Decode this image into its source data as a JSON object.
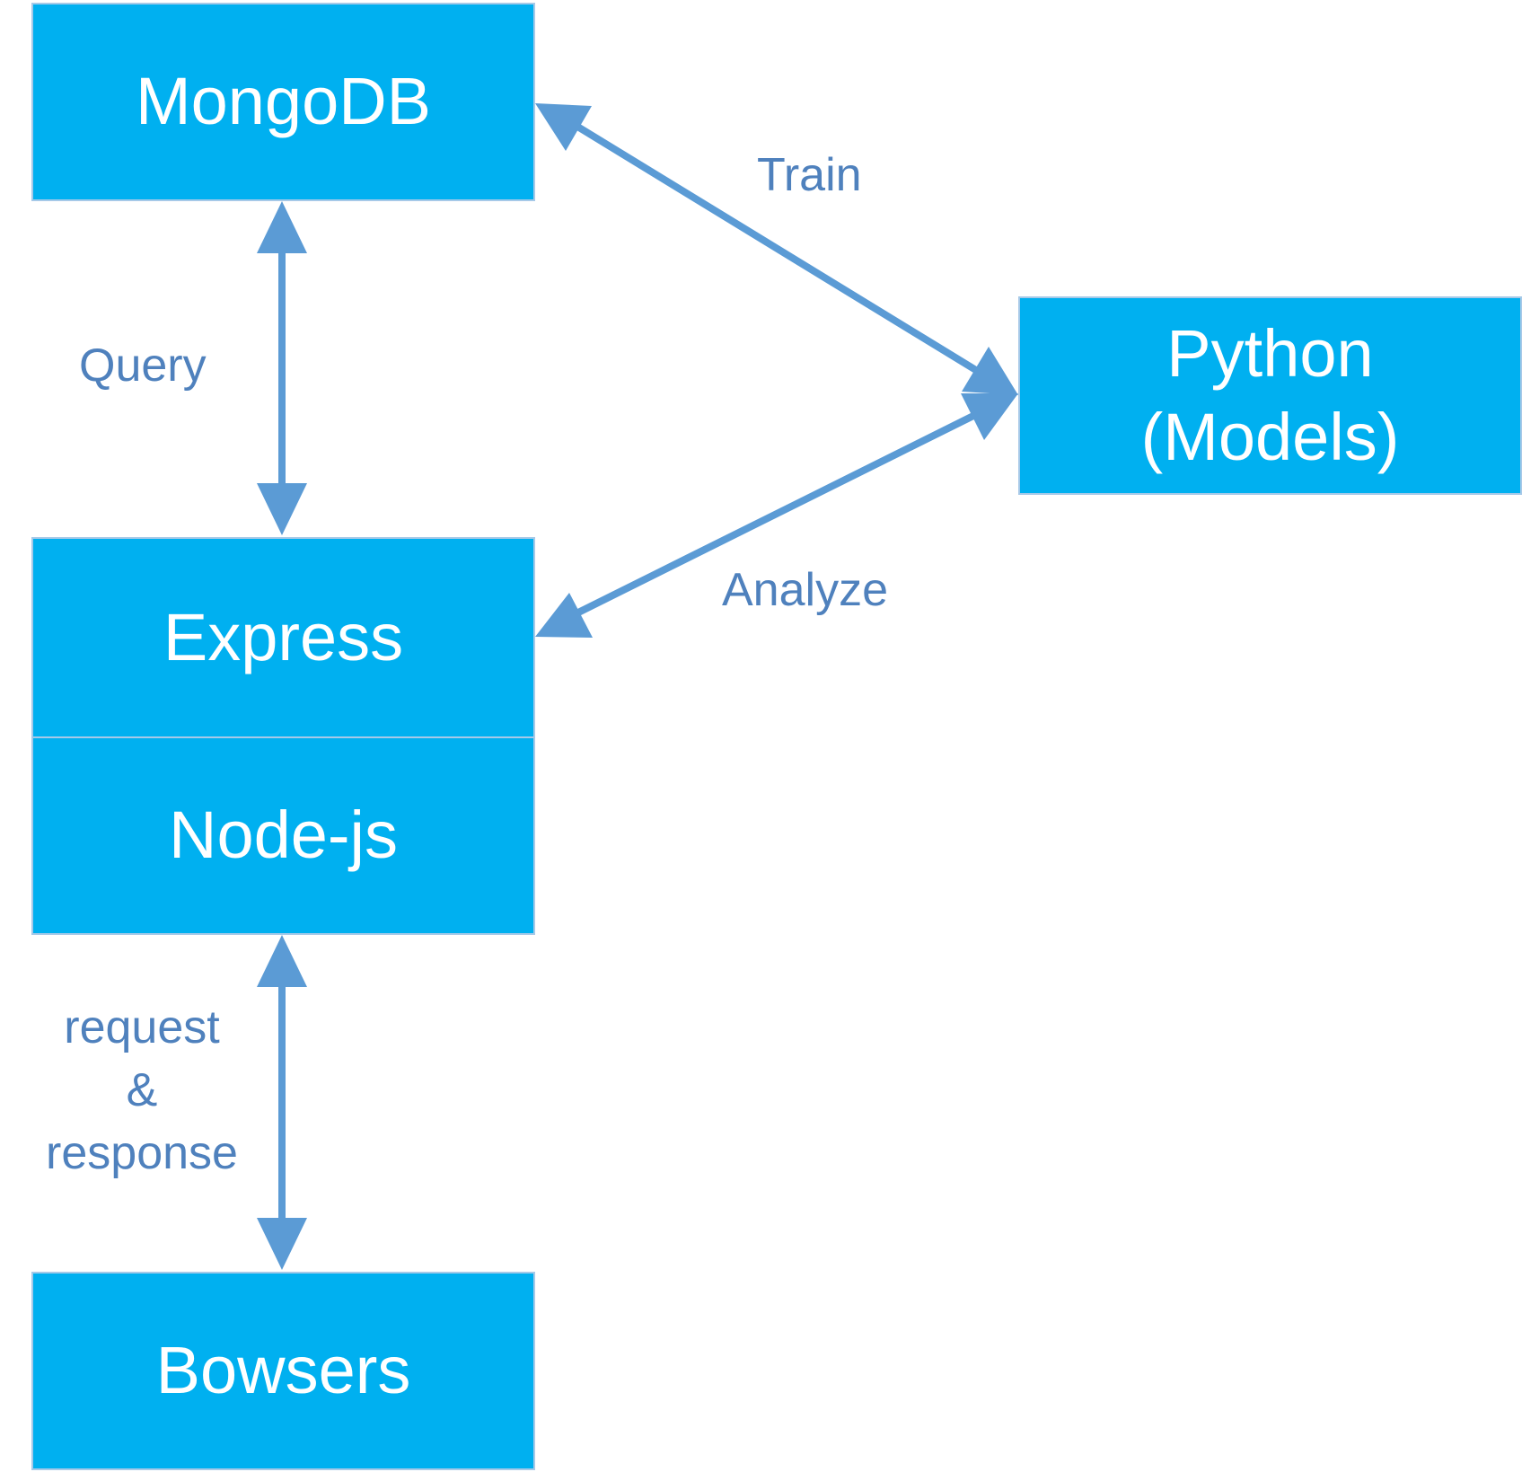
{
  "nodes": {
    "mongodb": "MongoDB",
    "python_line1": "Python",
    "python_line2": "(Models)",
    "express": "Express",
    "nodejs": "Node-js",
    "browsers": "Bowsers"
  },
  "edges": {
    "query": "Query",
    "train": "Train",
    "analyze": "Analyze",
    "request_line1": "request",
    "request_line2": "&",
    "request_line3": "response"
  },
  "colors": {
    "box_fill": "#00B0F0",
    "box_text": "#FFFFFF",
    "arrow": "#5B9BD5",
    "label_text": "#4F81BD"
  }
}
